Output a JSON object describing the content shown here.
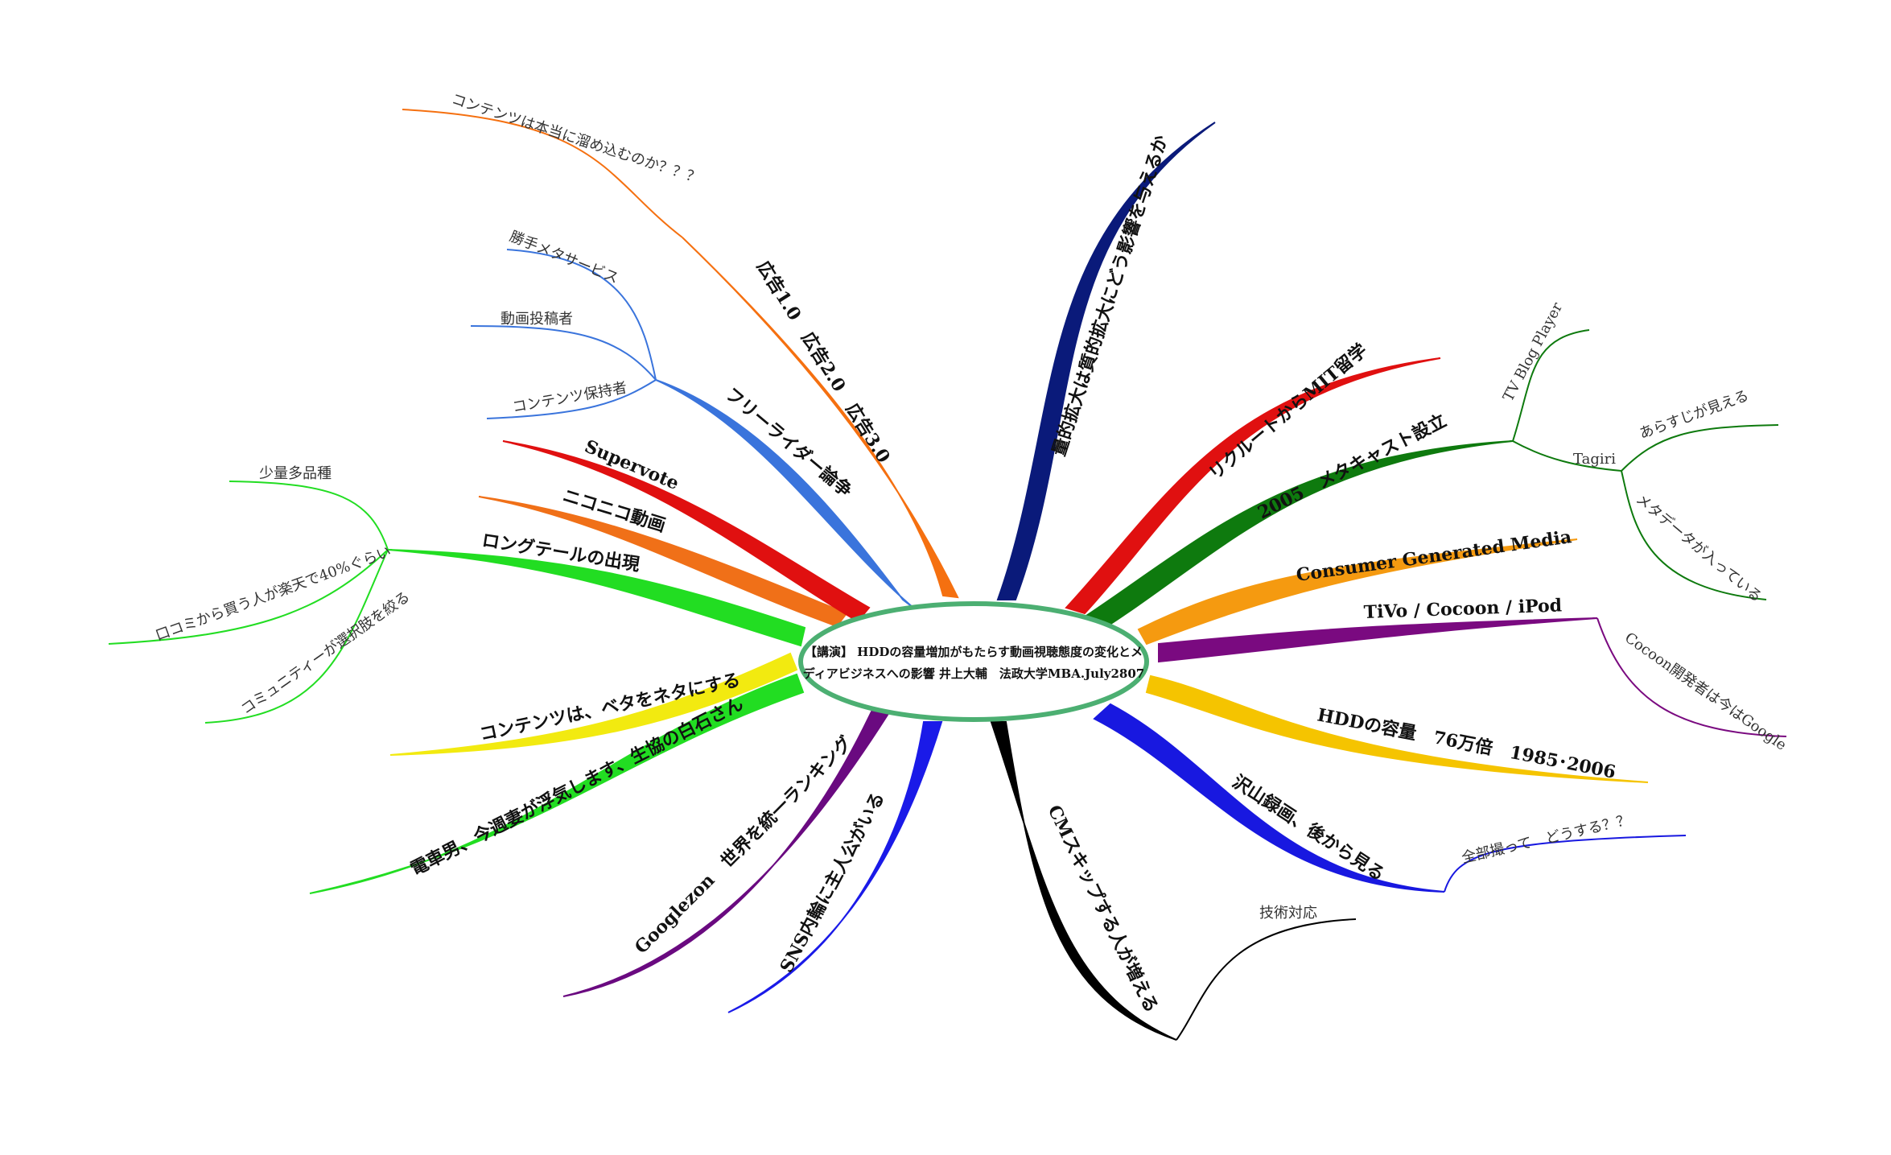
{
  "center": {
    "line1": "【講演】 HDDの容量増加がもたらす動画視聴態度の変化とメ",
    "line2": "ディアビジネスへの影響 井上大輔　法政大学MBA.July2807",
    "fill": "#ffffff",
    "stroke": "#4caf72"
  },
  "branches": [
    {
      "label": "量的拡大は質的拡大にどう影響を与えるか",
      "color": "#0a1a7a"
    },
    {
      "label": "リクルートからMIT留学",
      "color": "#e01010"
    },
    {
      "label": "2005　メタキャスト設立",
      "color": "#0e7a0e",
      "children": [
        {
          "label": "TV Blog Player"
        },
        {
          "label": "Tagiri",
          "children": [
            {
              "label": "あらすじが見える"
            },
            {
              "label": "メタデータが入っている"
            }
          ]
        }
      ]
    },
    {
      "label": "Consumer Generated Media",
      "color": "#f59a10"
    },
    {
      "label": "TiVo / Cocoon / iPod",
      "color": "#7a0a80",
      "children": [
        {
          "label": "Cocoon開発者は今はGoogle"
        }
      ]
    },
    {
      "label": "HDDの容量　76万倍　1985･2006",
      "color": "#f5c400"
    },
    {
      "label": "沢山録画、後から見る",
      "color": "#1818e0",
      "children": [
        {
          "label": "全部撮って　どうする？？"
        }
      ]
    },
    {
      "label": "CMスキップする人が増える",
      "color": "#000000",
      "children": [
        {
          "label": "技術対応"
        }
      ]
    },
    {
      "label": "SNS内輪に主人公がいる",
      "color": "#1a1ae8"
    },
    {
      "label": "Googlezon　世界を統一ランキング",
      "color": "#6a0a80"
    },
    {
      "label": "電車男、今週妻が浮気します、生協の白石さん",
      "color": "#22dd22"
    },
    {
      "label": "コンテンツは、ベタをネタにする",
      "color": "#f2ea10"
    },
    {
      "label": "ロングテールの出現",
      "color": "#22dd22",
      "children": [
        {
          "label": "少量多品種"
        },
        {
          "label": "口コミから買う人が楽天で40%ぐらい"
        },
        {
          "label": "コミュニティーが選択肢を絞る"
        }
      ]
    },
    {
      "label": "ニコニコ動画",
      "color": "#f07018"
    },
    {
      "label": "Supervote",
      "color": "#e01010"
    },
    {
      "label": "フリーライダー論争",
      "color": "#3a74dc",
      "children": [
        {
          "label": "勝手メタサービス"
        },
        {
          "label": "動画投稿者"
        },
        {
          "label": "コンテンツ保持者"
        }
      ]
    },
    {
      "label": "広告1.0　広告2.0　広告3.0",
      "color": "#f57010",
      "children": [
        {
          "label": "コンテンツは本当に溜め込むのか？？？"
        }
      ]
    }
  ]
}
